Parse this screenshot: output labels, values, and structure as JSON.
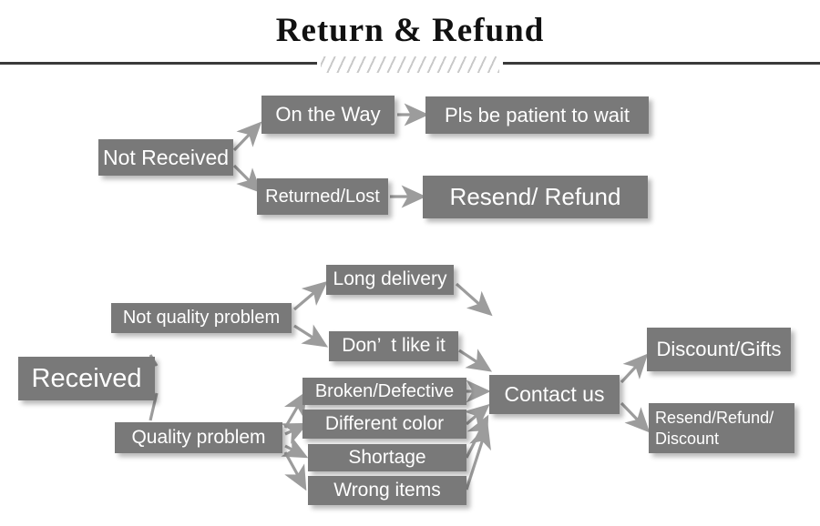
{
  "header": {
    "title": "Return & Refund",
    "divider_icon": "diagonal-hatch-divider"
  },
  "diagram": {
    "type": "flowchart",
    "box_fill_color": "#797979",
    "box_text_color": "#ffffff",
    "arrow_color": "#9c9c9c",
    "sections": [
      {
        "name": "not-received-branch",
        "root": "Not Received",
        "paths": [
          {
            "step1": "On the Way",
            "step2": "Pls be patient to wait"
          },
          {
            "step1": "Returned/Lost",
            "step2": "Resend/ Refund"
          }
        ]
      },
      {
        "name": "received-branch",
        "root": "Received",
        "categories": [
          {
            "label": "Not quality problem",
            "issues": [
              "Long delivery",
              "Don’  t like it"
            ]
          },
          {
            "label": "Quality problem",
            "issues": [
              "Broken/Defective",
              "Different color",
              "Shortage",
              "Wrong items"
            ]
          }
        ],
        "hub": "Contact us",
        "outcomes": [
          "Discount/Gifts",
          "Resend/Refund/\nDiscount"
        ]
      }
    ]
  },
  "boxes": {
    "not_received": "Not Received",
    "on_the_way": "On the Way",
    "pls_be_patient": "Pls be patient to wait",
    "returned_lost": "Returned/Lost",
    "resend_refund": "Resend/ Refund",
    "received": "Received",
    "not_quality_problem": "Not quality problem",
    "quality_problem": "Quality problem",
    "long_delivery": "Long delivery",
    "dont_like_it": "Don’  t like it",
    "broken_defective": "Broken/Defective",
    "different_color": "Different color",
    "shortage": "Shortage",
    "wrong_items": "Wrong items",
    "contact_us": "Contact us",
    "discount_gifts": "Discount/Gifts",
    "resend_refund_discount": "Resend/Refund/\nDiscount"
  }
}
